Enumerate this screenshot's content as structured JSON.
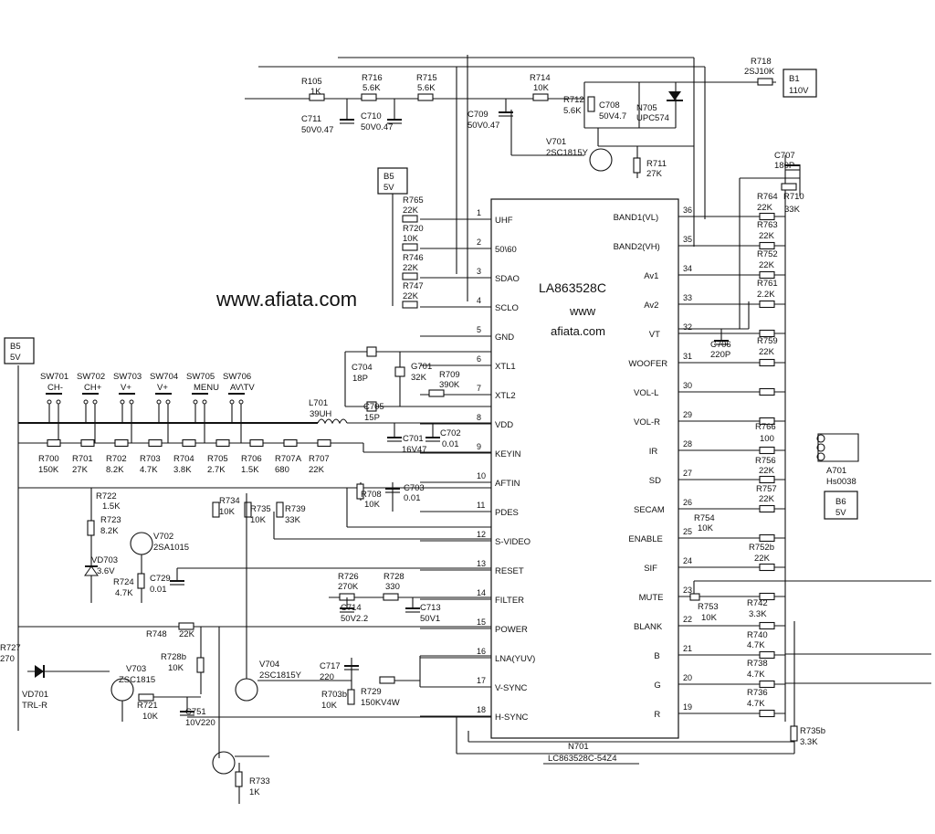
{
  "watermark": {
    "site": "www.afiata.com",
    "chip_www": "www",
    "chip_site": "afiata.com"
  },
  "ic": {
    "name": "LA863528C",
    "designator": "N701",
    "part": "LC863528C-54Z4",
    "left_pins": [
      {
        "num": "1",
        "name": "UHF"
      },
      {
        "num": "2",
        "name": "50\\60"
      },
      {
        "num": "3",
        "name": "SDAO"
      },
      {
        "num": "4",
        "name": "SCLO"
      },
      {
        "num": "5",
        "name": "GND"
      },
      {
        "num": "6",
        "name": "XTL1"
      },
      {
        "num": "7",
        "name": "XTL2"
      },
      {
        "num": "8",
        "name": "VDD"
      },
      {
        "num": "9",
        "name": "KEYIN"
      },
      {
        "num": "10",
        "name": "AFTIN"
      },
      {
        "num": "11",
        "name": "PDES"
      },
      {
        "num": "12",
        "name": "S-VIDEO"
      },
      {
        "num": "13",
        "name": "RESET"
      },
      {
        "num": "14",
        "name": "FILTER"
      },
      {
        "num": "15",
        "name": "POWER"
      },
      {
        "num": "16",
        "name": "LNA(YUV)"
      },
      {
        "num": "17",
        "name": "V-SYNC"
      },
      {
        "num": "18",
        "name": "H-SYNC"
      }
    ],
    "right_pins": [
      {
        "num": "36",
        "name": "BAND1(VL)"
      },
      {
        "num": "35",
        "name": "BAND2(VH)"
      },
      {
        "num": "34",
        "name": "Av1"
      },
      {
        "num": "33",
        "name": "Av2"
      },
      {
        "num": "32",
        "name": "VT"
      },
      {
        "num": "31",
        "name": "WOOFER"
      },
      {
        "num": "30",
        "name": "VOL-L"
      },
      {
        "num": "29",
        "name": "VOL-R"
      },
      {
        "num": "28",
        "name": "IR"
      },
      {
        "num": "27",
        "name": "SD"
      },
      {
        "num": "26",
        "name": "SECAM"
      },
      {
        "num": "25",
        "name": "ENABLE"
      },
      {
        "num": "24",
        "name": "SIF"
      },
      {
        "num": "23",
        "name": "MUTE"
      },
      {
        "num": "22",
        "name": "BLANK"
      },
      {
        "num": "21",
        "name": "B"
      },
      {
        "num": "20",
        "name": "G"
      },
      {
        "num": "19",
        "name": "R"
      }
    ]
  },
  "power": {
    "b1": {
      "name": "B1",
      "value": "110V"
    },
    "b5_top": {
      "name": "B5",
      "value": "5V"
    },
    "b5_left": {
      "name": "B5",
      "value": "5V"
    }
  },
  "switches": [
    {
      "ref": "SW701",
      "label": "CH-"
    },
    {
      "ref": "SW702",
      "label": "CH+"
    },
    {
      "ref": "SW703",
      "label": "V+"
    },
    {
      "ref": "SW704",
      "label": "V+"
    },
    {
      "ref": "SW705",
      "label": "MENU"
    },
    {
      "ref": "SW706",
      "label": "AV\\TV"
    }
  ],
  "key_resistors": [
    {
      "ref": "R700",
      "value": "150K"
    },
    {
      "ref": "R701",
      "value": "27K"
    },
    {
      "ref": "R702",
      "value": "8.2K"
    },
    {
      "ref": "R703",
      "value": "4.7K"
    },
    {
      "ref": "R704",
      "value": "3.8K"
    },
    {
      "ref": "R705",
      "value": "2.7K"
    },
    {
      "ref": "R706",
      "value": "1.5K"
    },
    {
      "ref": "R707A",
      "value": "680"
    },
    {
      "ref": "R707",
      "value": "22K"
    }
  ],
  "top_chain": [
    {
      "ref": "R105",
      "value": "1K"
    },
    {
      "ref": "R716",
      "value": "5.6K"
    },
    {
      "ref": "R715",
      "value": "5.6K"
    },
    {
      "ref": "R714",
      "value": "10K"
    },
    {
      "ref": "R712",
      "value": "5.6K"
    },
    {
      "ref": "R718",
      "value": "2SJ10K"
    },
    {
      "ref": "R711",
      "value": "27K"
    }
  ],
  "top_caps": [
    {
      "ref": "C711",
      "value": "50V0.47"
    },
    {
      "ref": "C710",
      "value": "50V0.47"
    },
    {
      "ref": "C709",
      "value": "50V0.47"
    },
    {
      "ref": "C708",
      "value": "50V4.7"
    },
    {
      "ref": "N705",
      "value": "UPC574"
    }
  ],
  "transistors": [
    {
      "ref": "V701",
      "value": "2SC1815Y"
    },
    {
      "ref": "V702",
      "value": "2SA1015"
    },
    {
      "ref": "V703",
      "value": "ZSC1815"
    },
    {
      "ref": "V704",
      "value": "2SC1815Y"
    }
  ],
  "left_pin_parts": [
    {
      "ref": "R765",
      "value": "22K"
    },
    {
      "ref": "R720",
      "value": "10K"
    },
    {
      "ref": "R746",
      "value": "22K"
    },
    {
      "ref": "R747",
      "value": "22K"
    },
    {
      "ref": "C704",
      "value": "18P"
    },
    {
      "ref": "G701",
      "value": "32K"
    },
    {
      "ref": "R709",
      "value": "390K"
    },
    {
      "ref": "C705",
      "value": "15P"
    },
    {
      "ref": "L701",
      "value": "39UH"
    },
    {
      "ref": "C701",
      "value": "16V47"
    },
    {
      "ref": "C702",
      "value": "0.01"
    },
    {
      "ref": "R708",
      "value": "10K"
    },
    {
      "ref": "C703",
      "value": "0.01"
    }
  ],
  "mid_parts": [
    {
      "ref": "R722",
      "value": "1.5K"
    },
    {
      "ref": "R723",
      "value": "8.2K"
    },
    {
      "ref": "VD703",
      "value": "3.6V"
    },
    {
      "ref": "R724",
      "value": "4.7K"
    },
    {
      "ref": "C729",
      "value": "0.01"
    },
    {
      "ref": "R734",
      "value": "10K"
    },
    {
      "ref": "R735",
      "value": "10K"
    },
    {
      "ref": "R739",
      "value": "33K"
    },
    {
      "ref": "R726",
      "value": "270K"
    },
    {
      "ref": "R728",
      "value": "330"
    },
    {
      "ref": "C714",
      "value": "50V2.2"
    },
    {
      "ref": "C713",
      "value": "50V1"
    }
  ],
  "bottom_parts": [
    {
      "ref": "R748",
      "value": "22K"
    },
    {
      "ref": "R727",
      "value": "270"
    },
    {
      "ref": "VD701",
      "value": "TRL-R"
    },
    {
      "ref": "R728b",
      "value": "10K"
    },
    {
      "ref": "R721",
      "value": "10K"
    },
    {
      "ref": "C751",
      "value": "10V220"
    },
    {
      "ref": "C717",
      "value": "220"
    },
    {
      "ref": "R703b",
      "value": "10K"
    },
    {
      "ref": "R729",
      "value": "150KV4W"
    },
    {
      "ref": "R733",
      "value": "1K"
    }
  ],
  "right_parts": [
    {
      "ref": "C707",
      "value": "180P"
    },
    {
      "ref": "R764",
      "value": "22K"
    },
    {
      "ref": "R710",
      "value": "33K"
    },
    {
      "ref": "R763",
      "value": "22K"
    },
    {
      "ref": "R752",
      "value": "22K"
    },
    {
      "ref": "R761",
      "value": "2.2K"
    },
    {
      "ref": "C706",
      "value": "220P"
    },
    {
      "ref": "R759",
      "value": "22K"
    },
    {
      "ref": "R766",
      "value": "100"
    },
    {
      "ref": "R756",
      "value": "22K"
    },
    {
      "ref": "R757",
      "value": "22K"
    },
    {
      "ref": "R754",
      "value": "10K"
    },
    {
      "ref": "R752b",
      "value": "22K"
    },
    {
      "ref": "R753",
      "value": "10K"
    },
    {
      "ref": "R742",
      "value": "3.3K"
    },
    {
      "ref": "R740",
      "value": "4.7K"
    },
    {
      "ref": "R738",
      "value": "4.7K"
    },
    {
      "ref": "R736",
      "value": "4.7K"
    },
    {
      "ref": "R735b",
      "value": "3.3K"
    },
    {
      "ref": "A701",
      "value": "Hs0038"
    },
    {
      "ref": "B6",
      "value": "5V"
    }
  ]
}
